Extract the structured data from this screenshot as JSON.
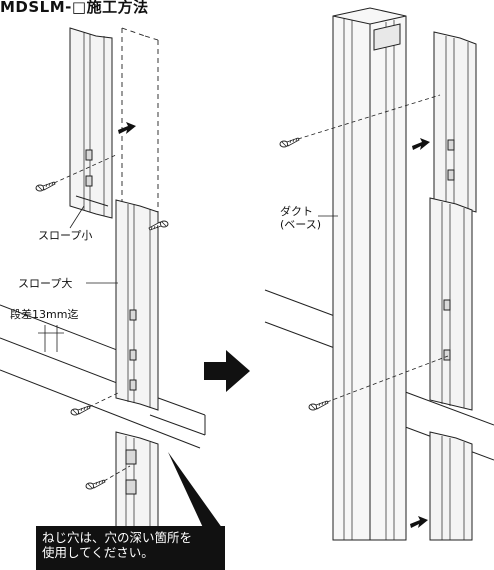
{
  "title": "MDSLM-□施工方法",
  "labels": {
    "slope_small": "スロープ小",
    "slope_large": "スロープ大",
    "step": "段差13mm迄",
    "duct": "ダクト\n(ベース)"
  },
  "note": "ねじ穴は、穴の深い箇所を\n使用してください。",
  "colors": {
    "line": "#222222",
    "fill_light": "#f4f4f4",
    "fill_mid": "#d9d9d9",
    "note_bg": "#111111"
  }
}
